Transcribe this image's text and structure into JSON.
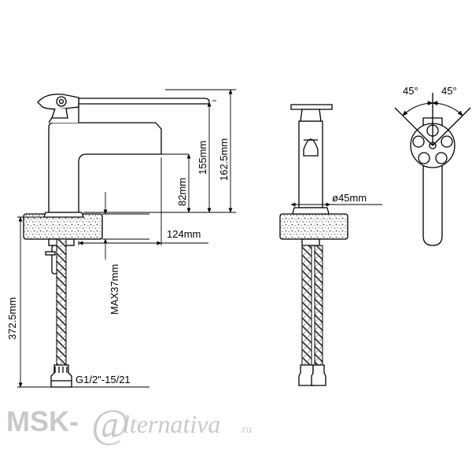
{
  "dimensions": {
    "spout_height": "155mm",
    "total_height": "162.5mm",
    "outlet_height": "82mm",
    "reach": "124mm",
    "max_thickness": "MAX37mm",
    "hose_length": "372.5mm",
    "thread": "G1/2\"-15/21",
    "base_diameter": "ø45mm",
    "angle_left": "45°",
    "angle_right": "45°"
  },
  "watermark": {
    "prefix": "MSK-",
    "at": "@",
    "suffix": "lternativa",
    "tld": ".ru"
  },
  "colors": {
    "line": "#000000",
    "counter": "#9a9a9a",
    "watermark": "#c9c9c9"
  }
}
